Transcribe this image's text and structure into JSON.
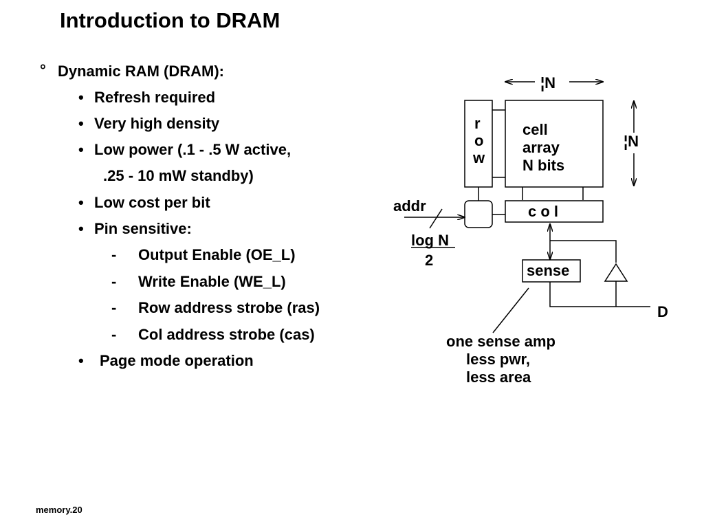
{
  "slide": {
    "title": "Introduction to DRAM",
    "footer": "memory.20"
  },
  "bullets": {
    "main_marker": "°",
    "main": "Dynamic RAM (DRAM):",
    "dot": "•",
    "dash": "-",
    "b1": "Refresh required",
    "b2": "Very high density",
    "b3": "Low power (.1 - .5 W active,",
    "b3_cont": ".25 - 10 mW standby)",
    "b4": "Low cost per bit",
    "b5": "Pin sensitive:",
    "s1": "Output Enable (OE_L)",
    "s2": "Write Enable (WE_L)",
    "s3": "Row address strobe (ras)",
    "s4": "Col address strobe (cas)",
    "b6": "Page mode operation"
  },
  "diagram": {
    "n_top": "¦N",
    "n_right": "¦N",
    "row_letters": [
      "r",
      "o",
      "w"
    ],
    "cell_lines": [
      "cell",
      "array",
      "N bits"
    ],
    "addr": "addr",
    "col": "c o l",
    "log_n": "log N",
    "log_sub": "2",
    "sense": "sense",
    "d_label": "D",
    "note_lines": [
      "one sense amp",
      "less pwr,",
      "less area"
    ]
  }
}
